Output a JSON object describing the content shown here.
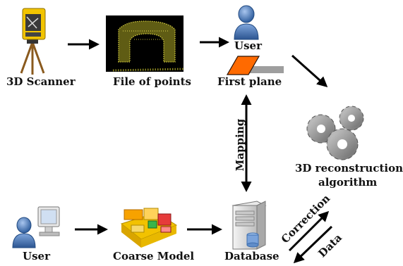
{
  "nodes": {
    "scanner": {
      "label": "3D Scanner",
      "icon": "3d-scanner-icon"
    },
    "points": {
      "label": "File of points",
      "icon": "point-cloud-image"
    },
    "user_top": {
      "label": "User",
      "icon": "user-icon"
    },
    "first_plane": {
      "label": "First plane",
      "icon": "plane-icon"
    },
    "algorithm": {
      "label_line1": "3D reconstruction",
      "label_line2": "algorithm",
      "icon": "gears-icon"
    },
    "user_bottom": {
      "label": "User",
      "icon": "user-computer-icon"
    },
    "coarse_model": {
      "label": "Coarse Model",
      "icon": "coarse-model-icon"
    },
    "database": {
      "label": "Database",
      "icon": "database-server-icon"
    }
  },
  "edges": {
    "mapping": "Mapping",
    "correction": "Correction",
    "data": "Data"
  },
  "colors": {
    "arrow": "#000000",
    "plane": "#ff6a00",
    "user": "#4a78b8",
    "gear": "#9a9a9a",
    "point_cloud": "#d8d040"
  }
}
